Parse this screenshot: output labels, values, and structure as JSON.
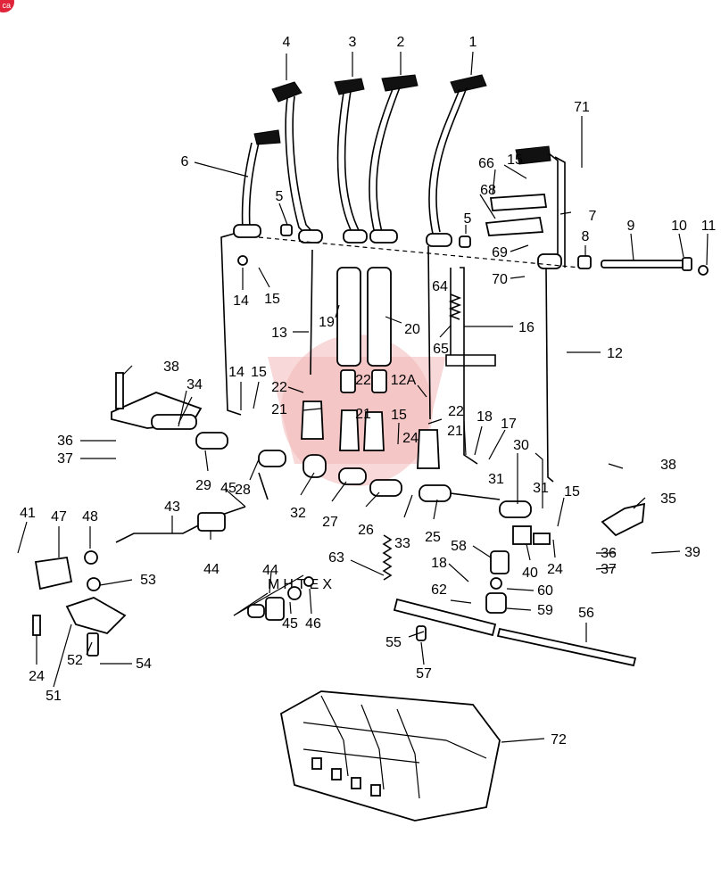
{
  "badge": {
    "text": "ca",
    "color": "#e0243a"
  },
  "watermark": {
    "text": "МНТЕХ",
    "color": "#f2b8b8"
  },
  "labels": [
    {
      "id": "n4",
      "text": "4"
    },
    {
      "id": "n3",
      "text": "3"
    },
    {
      "id": "n2",
      "text": "2"
    },
    {
      "id": "n1",
      "text": "1"
    },
    {
      "id": "n71",
      "text": "71"
    },
    {
      "id": "n6",
      "text": "6"
    },
    {
      "id": "n66",
      "text": "66"
    },
    {
      "id": "n15a",
      "text": "15"
    },
    {
      "id": "n68",
      "text": "68"
    },
    {
      "id": "n7",
      "text": "7"
    },
    {
      "id": "n5a",
      "text": "5"
    },
    {
      "id": "n5b",
      "text": "5"
    },
    {
      "id": "n9",
      "text": "9"
    },
    {
      "id": "n10",
      "text": "10"
    },
    {
      "id": "n11",
      "text": "11"
    },
    {
      "id": "n8",
      "text": "8"
    },
    {
      "id": "n69",
      "text": "69"
    },
    {
      "id": "n14a",
      "text": "14"
    },
    {
      "id": "n15b",
      "text": "15"
    },
    {
      "id": "n70",
      "text": "70"
    },
    {
      "id": "n64",
      "text": "64"
    },
    {
      "id": "n13",
      "text": "13"
    },
    {
      "id": "n19",
      "text": "19"
    },
    {
      "id": "n20",
      "text": "20"
    },
    {
      "id": "n16",
      "text": "16"
    },
    {
      "id": "n65",
      "text": "65"
    },
    {
      "id": "n12",
      "text": "12"
    },
    {
      "id": "n38a",
      "text": "38"
    },
    {
      "id": "n14b",
      "text": "14"
    },
    {
      "id": "n15c",
      "text": "15"
    },
    {
      "id": "n34",
      "text": "34"
    },
    {
      "id": "n22a",
      "text": "22"
    },
    {
      "id": "n22b",
      "text": "22"
    },
    {
      "id": "n12A",
      "text": "12A"
    },
    {
      "id": "n21a",
      "text": "21"
    },
    {
      "id": "n21b",
      "text": "21"
    },
    {
      "id": "n15d",
      "text": "15"
    },
    {
      "id": "n22c",
      "text": "22"
    },
    {
      "id": "n18a",
      "text": "18"
    },
    {
      "id": "n17",
      "text": "17"
    },
    {
      "id": "n24a",
      "text": "24"
    },
    {
      "id": "n21c",
      "text": "21"
    },
    {
      "id": "n36a",
      "text": "36"
    },
    {
      "id": "n37a",
      "text": "37"
    },
    {
      "id": "n30",
      "text": "30"
    },
    {
      "id": "n29",
      "text": "29"
    },
    {
      "id": "n28",
      "text": "28"
    },
    {
      "id": "n31a",
      "text": "31"
    },
    {
      "id": "n31b",
      "text": "31"
    },
    {
      "id": "n38b",
      "text": "38"
    },
    {
      "id": "n45a",
      "text": "45"
    },
    {
      "id": "n15e",
      "text": "15"
    },
    {
      "id": "n35",
      "text": "35"
    },
    {
      "id": "n32",
      "text": "32"
    },
    {
      "id": "n27",
      "text": "27"
    },
    {
      "id": "n26",
      "text": "26"
    },
    {
      "id": "n33",
      "text": "33"
    },
    {
      "id": "n25",
      "text": "25"
    },
    {
      "id": "n41",
      "text": "41"
    },
    {
      "id": "n47",
      "text": "47"
    },
    {
      "id": "n48",
      "text": "48"
    },
    {
      "id": "n43",
      "text": "43"
    },
    {
      "id": "n44a",
      "text": "44"
    },
    {
      "id": "n40",
      "text": "40"
    },
    {
      "id": "n24b",
      "text": "24"
    },
    {
      "id": "n36b",
      "text": "36"
    },
    {
      "id": "n39",
      "text": "39"
    },
    {
      "id": "n37b",
      "text": "37"
    },
    {
      "id": "n58",
      "text": "58"
    },
    {
      "id": "n63",
      "text": "63"
    },
    {
      "id": "n18b",
      "text": "18"
    },
    {
      "id": "n60",
      "text": "60"
    },
    {
      "id": "n53",
      "text": "53"
    },
    {
      "id": "n44b",
      "text": "44"
    },
    {
      "id": "n62",
      "text": "62"
    },
    {
      "id": "n59",
      "text": "59"
    },
    {
      "id": "n56",
      "text": "56"
    },
    {
      "id": "n45b",
      "text": "45"
    },
    {
      "id": "n46",
      "text": "46"
    },
    {
      "id": "n55",
      "text": "55"
    },
    {
      "id": "n52",
      "text": "52"
    },
    {
      "id": "n54",
      "text": "54"
    },
    {
      "id": "n24c",
      "text": "24"
    },
    {
      "id": "n51",
      "text": "51"
    },
    {
      "id": "n57",
      "text": "57"
    },
    {
      "id": "n72",
      "text": "72"
    }
  ]
}
